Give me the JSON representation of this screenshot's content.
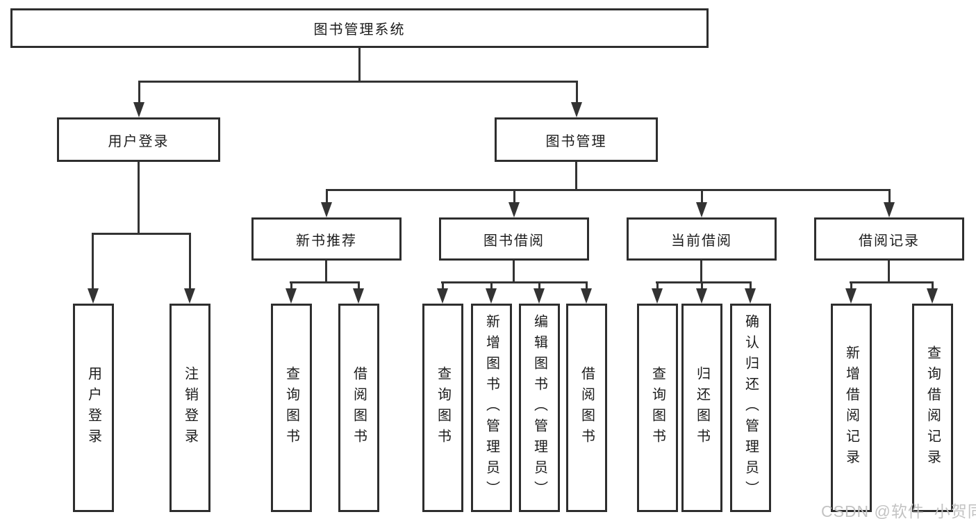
{
  "diagram": {
    "type": "hierarchy-tree",
    "colors": {
      "background": "#ffffff",
      "box_border": "#2e2e2e",
      "connector": "#333333",
      "text": "#1c1c1c",
      "watermark": "#c3c3c3"
    }
  },
  "tree": {
    "label": "图书管理系统",
    "children": [
      {
        "label": "用户登录",
        "children": [
          {
            "label": "用户登录"
          },
          {
            "label": "注销登录"
          }
        ]
      },
      {
        "label": "图书管理",
        "children": [
          {
            "label": "新书推荐",
            "children": [
              {
                "label": "查询图书"
              },
              {
                "label": "借阅图书"
              }
            ]
          },
          {
            "label": "图书借阅",
            "children": [
              {
                "label": "查询图书"
              },
              {
                "label": "新增图书（管理员）"
              },
              {
                "label": "编辑图书（管理员）"
              },
              {
                "label": "借阅图书"
              }
            ]
          },
          {
            "label": "当前借阅",
            "children": [
              {
                "label": "查询图书"
              },
              {
                "label": "归还图书"
              },
              {
                "label": "确认归还（管理员）"
              }
            ]
          },
          {
            "label": "借阅记录",
            "children": [
              {
                "label": "新增借阅记录"
              },
              {
                "label": "查询借阅记录"
              }
            ]
          }
        ]
      }
    ]
  },
  "watermark": {
    "text": "CSDN @软件_小贺同学"
  }
}
